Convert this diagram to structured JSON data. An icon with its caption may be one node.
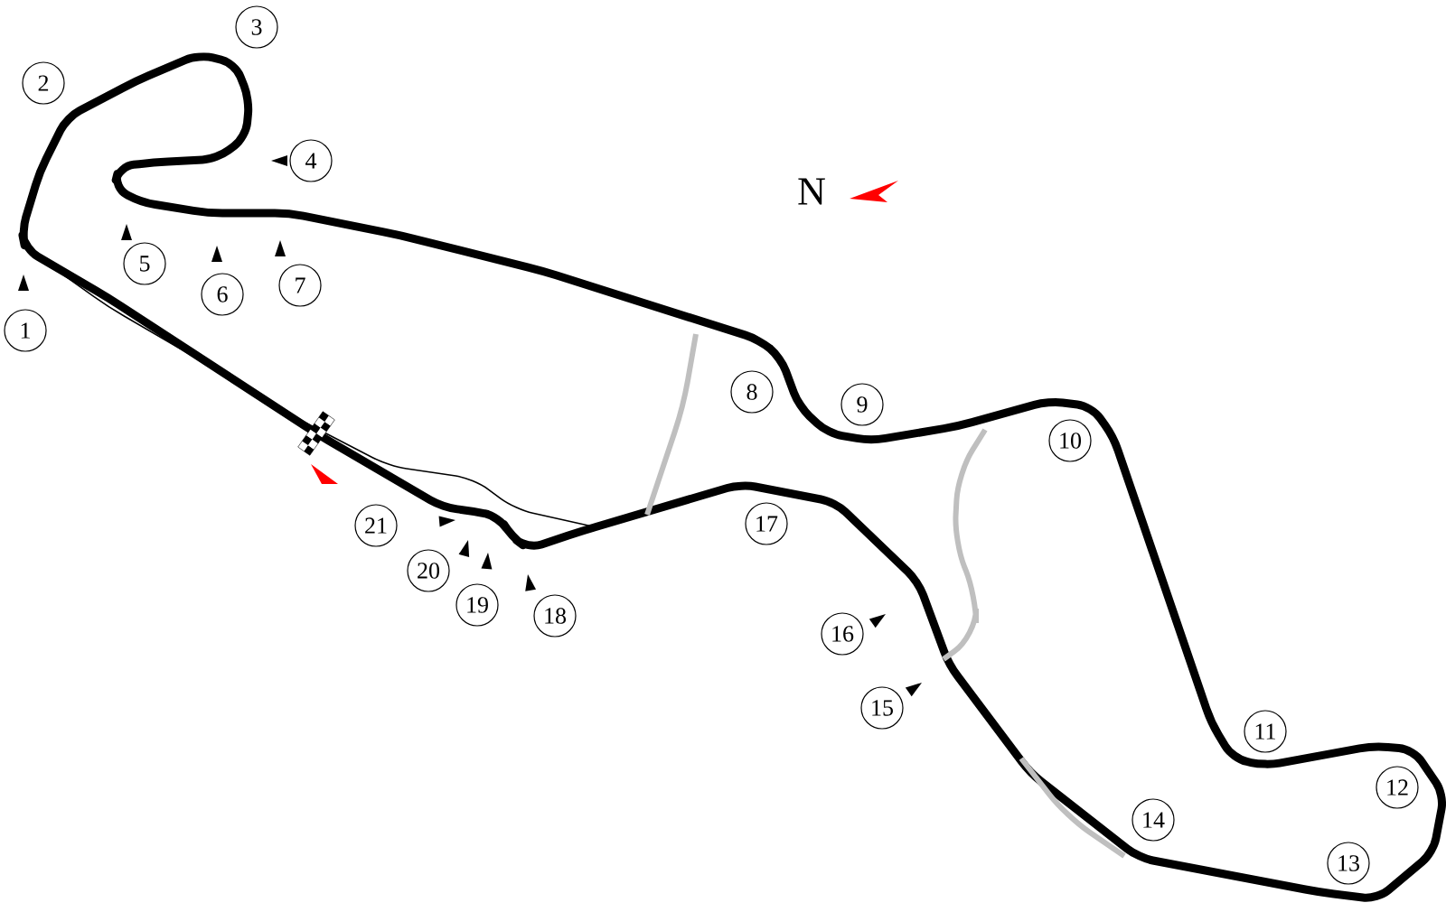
{
  "diagram": {
    "nodes": [
      {
        "text": [
          "1"
        ]
      },
      {
        "text": [
          "2"
        ]
      },
      {
        "text": [
          "3"
        ]
      },
      {
        "text": [
          "4"
        ]
      },
      {
        "text": [
          "5"
        ]
      },
      {
        "text": [
          "6"
        ]
      },
      {
        "text": [
          "7"
        ]
      },
      {
        "text": [
          "8"
        ]
      },
      {
        "text": [
          "9"
        ]
      },
      {
        "text": [
          "10"
        ]
      },
      {
        "text": [
          "11"
        ]
      },
      {
        "text": [
          "12"
        ]
      },
      {
        "text": [
          "13"
        ]
      },
      {
        "text": [
          "14"
        ]
      },
      {
        "text": [
          "15"
        ]
      },
      {
        "text": [
          "16"
        ]
      },
      {
        "text": [
          "17"
        ]
      },
      {
        "text": [
          "18"
        ]
      },
      {
        "text": [
          "19"
        ]
      },
      {
        "text": [
          "20"
        ]
      },
      {
        "text": [
          "21"
        ]
      }
    ],
    "labels": [
      "N"
    ]
  }
}
